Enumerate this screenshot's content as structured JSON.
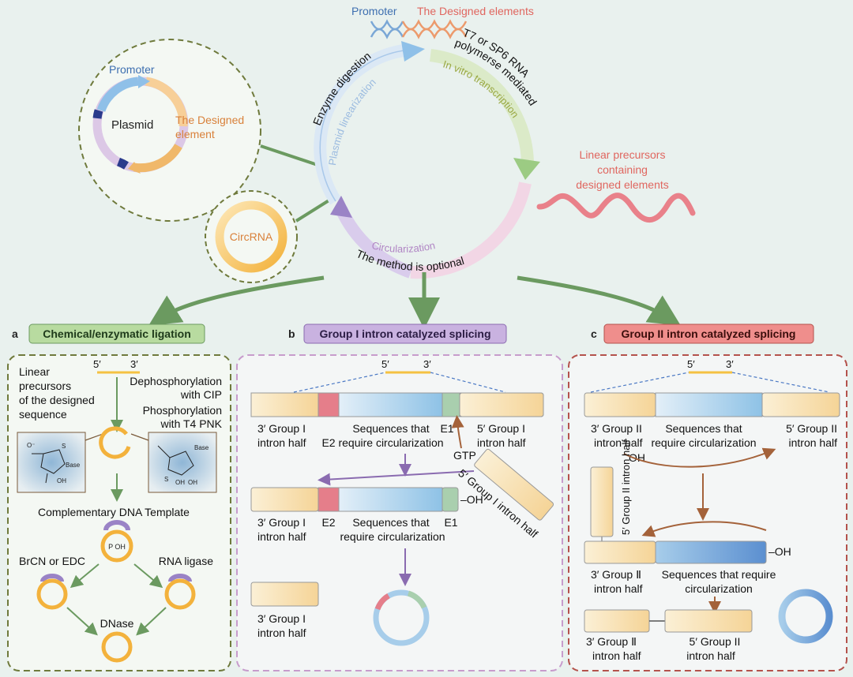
{
  "top": {
    "promoter": "Promoter",
    "designed_elements": "The Designed elements",
    "plasmid_promoter": "Promoter",
    "plasmid": "Plasmid",
    "designed_element_1": "The Designed",
    "designed_element_2": "element",
    "circrna": "CircRNA",
    "enzyme_digestion": "Enzyme digestion",
    "plasmid_linearization": "Plasmid linearization",
    "t7_line1": "T7 or SP6 RNA",
    "t7_line2": "polymerse mediated",
    "in_vitro": "In vitro transcription",
    "linear_1": "Linear precursors",
    "linear_2": "containing",
    "linear_3": "designed elements",
    "circularization": "Circularization",
    "optional": "The method is optional"
  },
  "panel_a": {
    "letter": "a",
    "title": "Chemical/enzymatic ligation",
    "five": "5′",
    "three": "3′",
    "linear_1": "Linear",
    "linear_2": "precursors",
    "linear_3": "of the designed",
    "linear_4": "sequence",
    "dephos_1": "Dephosphorylation",
    "dephos_2": "with CIP",
    "phos_1": "Phosphorylation",
    "phos_2": "with T4 PNK",
    "base": "Base",
    "o_minus": "O⁻",
    "s": "S",
    "oh": "OH",
    "comp_template": "Complementary DNA Template",
    "poh": "P OH",
    "brcn": "BrCN or EDC",
    "rna_ligase": "RNA ligase",
    "dnase": "DNase"
  },
  "panel_b": {
    "letter": "b",
    "title": "Group I intron catalyzed splicing",
    "five": "5′",
    "three": "3′",
    "half3_1": "3′ Group I",
    "half3_2": "intron half",
    "e2": "E2",
    "seq_1": "Sequences that",
    "seq_2": "require circularization",
    "e1": "E1",
    "half5_1": "5′ Group I",
    "half5_2": "intron half",
    "gtp": "GTP",
    "oh": "–OH",
    "rotated": "5′ Group I intron half",
    "e2b": "E2",
    "seqb_1": "Sequences that",
    "seqb_2": "require circularization",
    "e1b": "E1",
    "half3b_1": "3′ Group I",
    "half3b_2": "intron half",
    "half3c_1": "3′ Group I",
    "half3c_2": "intron half"
  },
  "panel_c": {
    "letter": "c",
    "title": "Group II intron catalyzed splicing",
    "five": "5′",
    "three": "3′",
    "half3_1": "3′ Group II",
    "half3_2": "intron half",
    "seq_1": "Sequences that",
    "seq_2": "require circularization",
    "half5_1": "5′ Group II",
    "half5_2": "intron half",
    "oh1": "OH",
    "vertical": "5′ Group II intron half",
    "oh2": "–OH",
    "half3b_1": "3′ Group Ⅱ",
    "half3b_2": "intron half",
    "seqb_1": "Sequences that require",
    "seqb_2": "circularization",
    "half3c_1": "3′ Group Ⅱ",
    "half3c_2": "intron half",
    "half5c_1": "5′ Group II",
    "half5c_2": "intron half"
  },
  "colors": {
    "background": "#e9f1ee",
    "panel_a_border": "#6f7a3c",
    "panel_b_border": "#c79ccc",
    "panel_c_border": "#b4524c",
    "orange_text": "#d9813a",
    "blue_text": "#3e6fb0",
    "salmon_text": "#e0665f"
  }
}
